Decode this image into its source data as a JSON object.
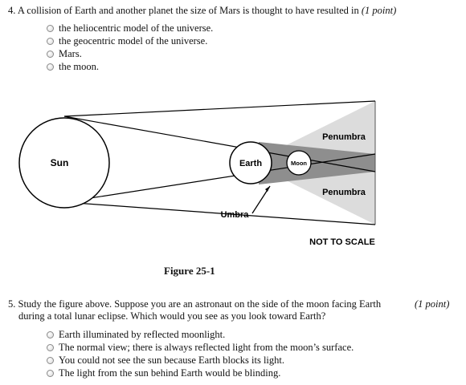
{
  "q4": {
    "number": "4.",
    "text": "A collision of Earth and another planet the size of Mars is thought to have resulted in",
    "points": "(1 point)",
    "options": [
      "the heliocentric model of the universe.",
      "the geocentric model of the universe.",
      "Mars.",
      "the moon."
    ]
  },
  "figure": {
    "labels": {
      "sun": "Sun",
      "earth": "Earth",
      "moon": "Moon",
      "penumbra_top": "Penumbra",
      "penumbra_bottom": "Penumbra",
      "umbra": "Umbra",
      "not_to_scale": "NOT TO SCALE"
    },
    "caption": "Figure 25-1"
  },
  "q5": {
    "number": "5.",
    "text_line1": "Study the figure above. Suppose you are an astronaut on the side of the moon facing Earth",
    "text_line2": "during a total lunar eclipse. Which would you see as you look toward Earth?",
    "points": "(1 point)",
    "options": [
      "Earth illuminated by reflected moonlight.",
      "The normal view; there is always reflected light from the moon’s surface.",
      "You could not see the sun because Earth blocks its light.",
      "The light from the sun behind Earth would be blinding."
    ]
  }
}
